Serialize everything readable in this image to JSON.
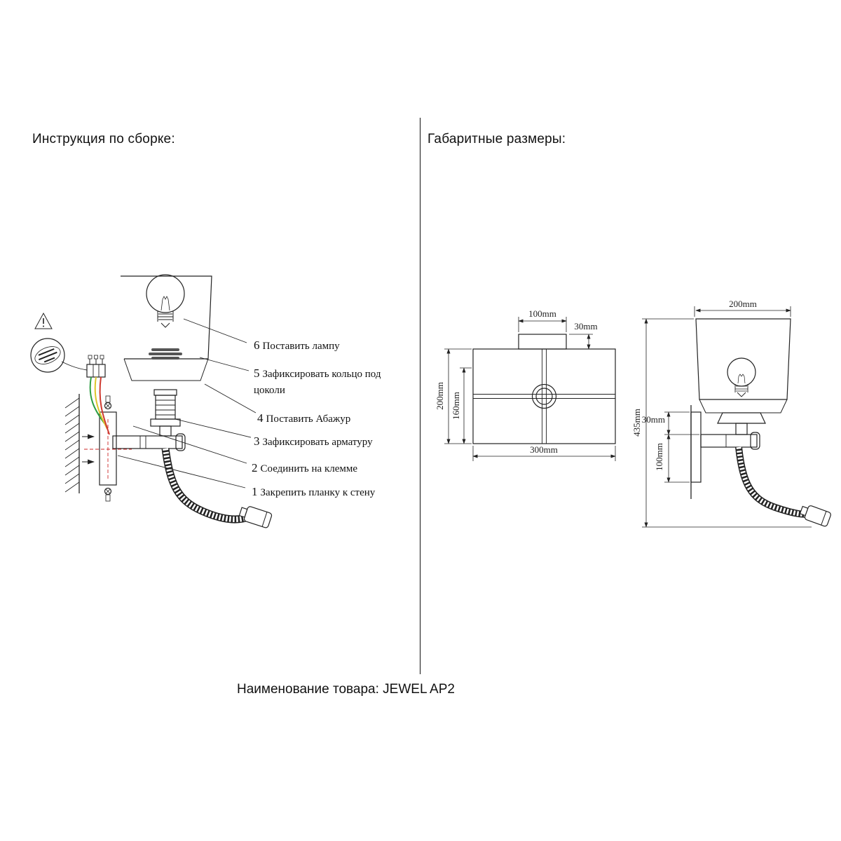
{
  "titles": {
    "assembly": "Инструкция по сборке:",
    "dimensions": "Габаритные размеры:",
    "footer": "Наименование товара: JEWEL AP2"
  },
  "steps": [
    {
      "num": "6",
      "label": "Поставить лампу"
    },
    {
      "num": "5",
      "label": "Зафиксировать кольцо под цоколи"
    },
    {
      "num": "4",
      "label": "Поставить Абажур"
    },
    {
      "num": "3",
      "label": "Зафиксировать арматуру"
    },
    {
      "num": "2",
      "label": "Соединить на клемме"
    },
    {
      "num": "1",
      "label": "Закрепить планку к стену"
    }
  ],
  "top_view": {
    "plate_width": "100mm",
    "plate_depth": "30mm",
    "depth": "200mm",
    "inner_depth": "160mm",
    "width": "300mm"
  },
  "side_view": {
    "shade_width": "200mm",
    "bracket_offset": "30mm",
    "plate_height": "100mm",
    "total_height": "435mm"
  },
  "colors": {
    "wire_green": "#2e9e44",
    "wire_yellow": "#ddc52b",
    "wire_red": "#cf3a30",
    "alignment_red": "#cc2a2a",
    "line": "#222222"
  }
}
